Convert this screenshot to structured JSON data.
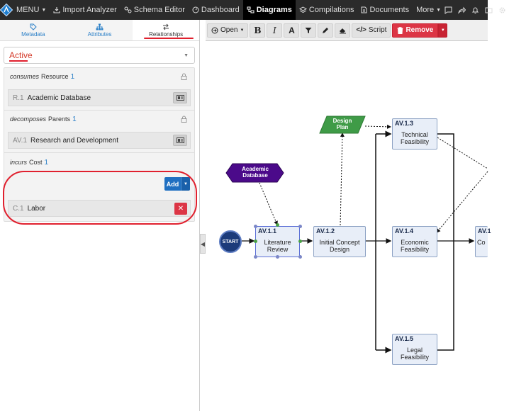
{
  "nav": {
    "menu": "MENU",
    "import_analyzer": "Import Analyzer",
    "schema_editor": "Schema Editor",
    "dashboard": "Dashboard",
    "diagrams": "Diagrams",
    "compilations": "Compilations",
    "documents": "Documents",
    "more": "More"
  },
  "left_panel": {
    "tabs": [
      {
        "label": "Metadata",
        "icon": "tag-icon"
      },
      {
        "label": "Attributes",
        "icon": "sitemap-icon"
      },
      {
        "label": "Relationships",
        "icon": "swap-arrows-icon",
        "active": true
      }
    ],
    "status": "Active",
    "relationships": [
      {
        "verb": "consumes",
        "type": "Resource",
        "count": "1",
        "items": [
          {
            "code": "R.1",
            "name": "Academic Database"
          }
        ]
      },
      {
        "verb": "decomposes",
        "type": "Parents",
        "count": "1",
        "items": [
          {
            "code": "AV.1",
            "name": "Research and Development"
          }
        ]
      },
      {
        "verb": "incurs",
        "type": "Cost",
        "count": "1",
        "add_label": "Add",
        "items": [
          {
            "code": "C.1",
            "name": "Labor"
          }
        ]
      }
    ]
  },
  "toolbar": {
    "open": "Open",
    "bold": "B",
    "italic": "I",
    "font": "A",
    "script": "Script",
    "remove": "Remove"
  },
  "diagram": {
    "start_label": "START",
    "resource_label": "Academic Database",
    "document_label": "Design Plan",
    "nodes": [
      {
        "id": "AV.1.1",
        "label": "Literature Review"
      },
      {
        "id": "AV.1.2",
        "label": "Initial Concept Design"
      },
      {
        "id": "AV.1.3",
        "label": "Technical Feasibility"
      },
      {
        "id": "AV.1.4",
        "label": "Economic Feasibility"
      },
      {
        "id": "AV.1.5",
        "label": "Legal Feasibility"
      },
      {
        "id": "AV.1",
        "label": "Co"
      }
    ]
  },
  "colors": {
    "accent_red": "#e0202e",
    "primary_blue": "#1f6fc1",
    "remove_red": "#dc3545",
    "resource_purple": "#4b0a8a",
    "document_green": "#3f9b47"
  }
}
